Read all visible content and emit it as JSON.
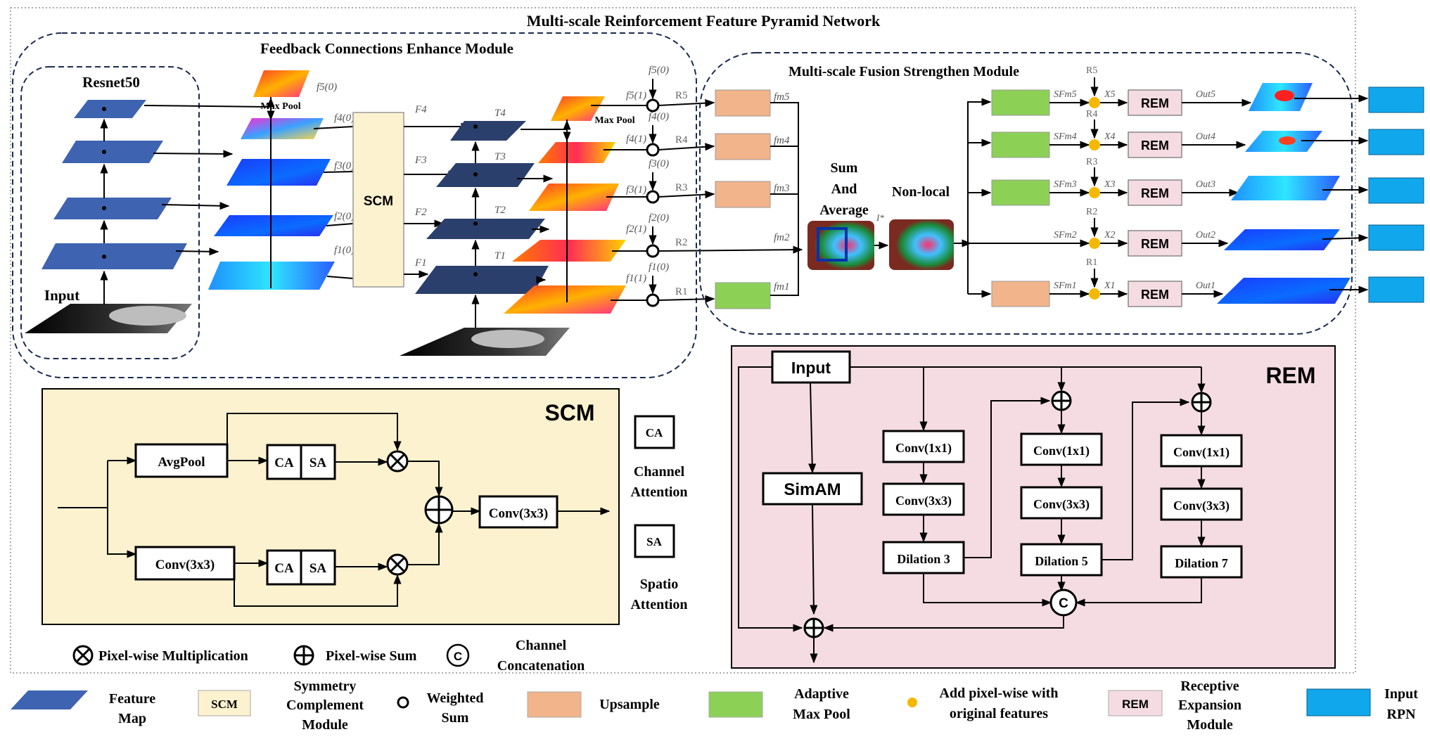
{
  "title": "Multi-scale Reinforcement Feature Pyramid Network",
  "fcem": {
    "title": "Feedback Connections Enhance Module",
    "resnet": "Resnet50",
    "input": "Input",
    "maxpool": "Max Pool",
    "maxpool2": "Max Pool",
    "scm": "SCM",
    "f_labels": [
      "F4",
      "F3",
      "F2",
      "F1"
    ],
    "t_labels": [
      "T4",
      "T3",
      "T2",
      "T1"
    ],
    "f0_labels": [
      "f5(0)",
      "f4(0)",
      "f3(0)",
      "f2(0)",
      "f1(0)"
    ],
    "f1_labels": [
      "f5(1)",
      "f4(1)",
      "f3(1)",
      "f2(1)",
      "f1(1)"
    ],
    "fr0_labels": [
      "f5(0)",
      "f4(0)",
      "f3(0)",
      "f2(0)",
      "f1(0)"
    ],
    "r_labels": [
      "R5",
      "R4",
      "R3",
      "R2",
      "R1"
    ]
  },
  "msfsm": {
    "title": "Multi-scale Fusion Strengthen Module",
    "fm_labels": [
      "fm5",
      "fm4",
      "fm3",
      "fm2",
      "fm1"
    ],
    "sum_avg": [
      "Sum",
      "And",
      "Average"
    ],
    "nonlocal": "Non-local",
    "istar": "I*",
    "sfm_labels": [
      "SFm5",
      "SFm4",
      "SFm3",
      "SFm2",
      "SFm1"
    ],
    "x_labels": [
      "X5",
      "X4",
      "X3",
      "X2",
      "X1"
    ],
    "r_labels": [
      "R5",
      "R4",
      "R3",
      "R2",
      "R1"
    ],
    "rem_label": "REM",
    "out_labels": [
      "Out5",
      "Out4",
      "Out3",
      "Out2",
      "Out1"
    ]
  },
  "scm_panel": {
    "title": "SCM",
    "avgpool": "AvgPool",
    "conv_left": "Conv(3x3)",
    "ca": "CA",
    "sa": "SA",
    "conv_out": "Conv(3x3)"
  },
  "attention_legend": {
    "ca": "CA",
    "ca_text": [
      "Channel",
      "Attention"
    ],
    "sa": "SA",
    "sa_text": [
      "Spatio",
      "Attention"
    ]
  },
  "op_legend": {
    "mult": "Pixel-wise Multiplication",
    "sum": "Pixel-wise Sum",
    "concat_symbol": "C",
    "concat": [
      "Channel",
      "Concatenation"
    ]
  },
  "rem_panel": {
    "title": "REM",
    "input": "Input",
    "simam": "SimAM",
    "conv1": "Conv(1x1)",
    "conv3": "Conv(3x3)",
    "dilations": [
      "Dilation  3",
      "Dilation  5",
      "Dilation  7"
    ],
    "concat_symbol": "C"
  },
  "legend": {
    "feature_map": [
      "Feature",
      "Map"
    ],
    "scm_box": "SCM",
    "scm": [
      "Symmetry",
      "Complement",
      "Module"
    ],
    "weighted": [
      "Weighted",
      "Sum"
    ],
    "upsample": "Upsample",
    "adaptive": [
      "Adaptive",
      "Max Pool"
    ],
    "add": [
      "Add pixel-wise with",
      "original features"
    ],
    "rem_box": "REM",
    "rem": [
      "Receptive",
      "Expansion",
      "Module"
    ],
    "rpn": [
      "Input",
      "RPN"
    ]
  },
  "colors": {
    "feature_map": "#3E63B0",
    "feature_dark": "#2B3F6C",
    "scm_fill": "#FDF2CF",
    "upsample": "#F2B48B",
    "adaptive_pool": "#8CD156",
    "add_dot": "#F5B800",
    "rem_fill": "#F5DCE2",
    "rpn": "#11A7EC"
  }
}
